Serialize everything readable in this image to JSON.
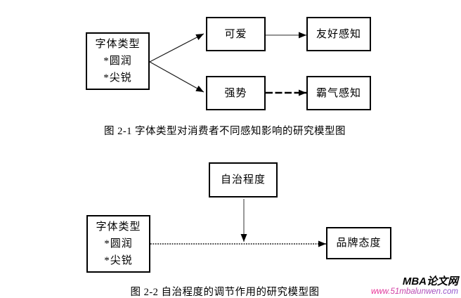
{
  "page": {
    "background": "#ffffff",
    "box_border_color": "#000000",
    "text_color": "#000000"
  },
  "figure1": {
    "boxes": {
      "source": {
        "lines": [
          "字体类型",
          "*圆润",
          "*尖锐"
        ]
      },
      "cute": {
        "label": "可爱"
      },
      "friendly": {
        "label": "友好感知"
      },
      "strong": {
        "label": "强势"
      },
      "domineering": {
        "label": "霸气感知"
      }
    },
    "arrows": [
      {
        "name": "source-to-cute",
        "style": "solid-thin"
      },
      {
        "name": "source-to-strong",
        "style": "solid-thin"
      },
      {
        "name": "cute-to-friendly",
        "style": "solid-thin"
      },
      {
        "name": "strong-to-domineering",
        "style": "dashed-thick"
      }
    ],
    "caption": "图 2-1 字体类型对消费者不同感知影响的研究模型图"
  },
  "figure2": {
    "boxes": {
      "moderator": {
        "label": "自治程度"
      },
      "source": {
        "lines": [
          "字体类型",
          "*圆润",
          "*尖锐"
        ]
      },
      "attitude": {
        "label": "品牌态度"
      }
    },
    "arrows": [
      {
        "name": "source-to-attitude",
        "style": "dotted"
      },
      {
        "name": "moderator-to-path",
        "style": "solid-thin"
      }
    ],
    "caption": "图 2-2 自治程度的调节作用的研究模型图"
  },
  "watermark": {
    "title": "MBA论文网",
    "url": "www.51mbalunwen.com",
    "url_color_start": "#ee2a90",
    "url_color_end": "#8a52cf"
  }
}
